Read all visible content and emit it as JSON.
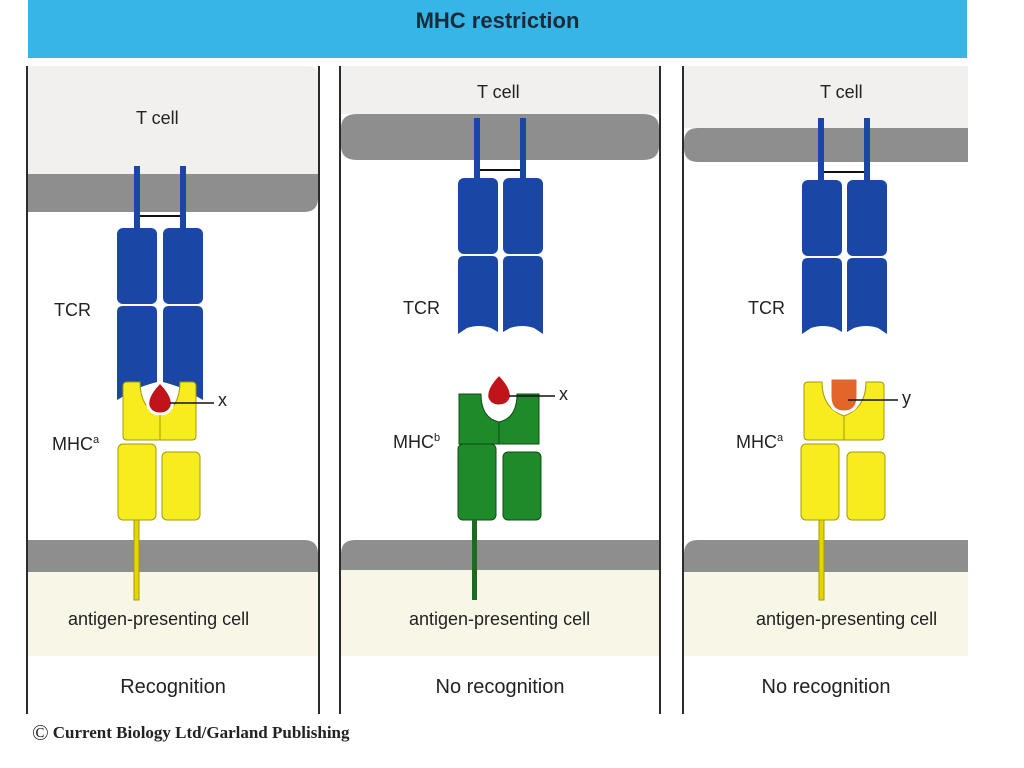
{
  "header": {
    "title": "MHC restriction"
  },
  "panels": [
    {
      "tcell_label": "T cell",
      "tcr_label": "TCR",
      "mhc_label": "MHC",
      "mhc_superscript": "a",
      "peptide_label": "x",
      "apc_label": "antigen-presenting cell",
      "caption": "Recognition"
    },
    {
      "tcell_label": "T cell",
      "tcr_label": "TCR",
      "mhc_label": "MHC",
      "mhc_superscript": "b",
      "peptide_label": "x",
      "apc_label": "antigen-presenting cell",
      "caption": "No recognition"
    },
    {
      "tcell_label": "T cell",
      "tcr_label": "TCR",
      "mhc_label": "MHC",
      "mhc_superscript": "a",
      "peptide_label": "y",
      "apc_label": "antigen-presenting cell",
      "caption": "No recognition"
    }
  ],
  "footer": {
    "copyright_symbol": "©",
    "copyright_text": "Current Biology Ltd/Garland Publishing"
  },
  "colors": {
    "tcr_blue": "#1a47a6",
    "mhc_a_yellow": "#f7ec1e",
    "mhc_b_green": "#1e8a2a",
    "peptide_x_red": "#c0141c",
    "peptide_y_orange": "#e2662a",
    "membrane_gray": "#8e8e8e",
    "tcell_cytoplasm": "#f2f0ee",
    "apc_cytoplasm": "#f8f6e6",
    "header_blue": "#35b6e6"
  }
}
